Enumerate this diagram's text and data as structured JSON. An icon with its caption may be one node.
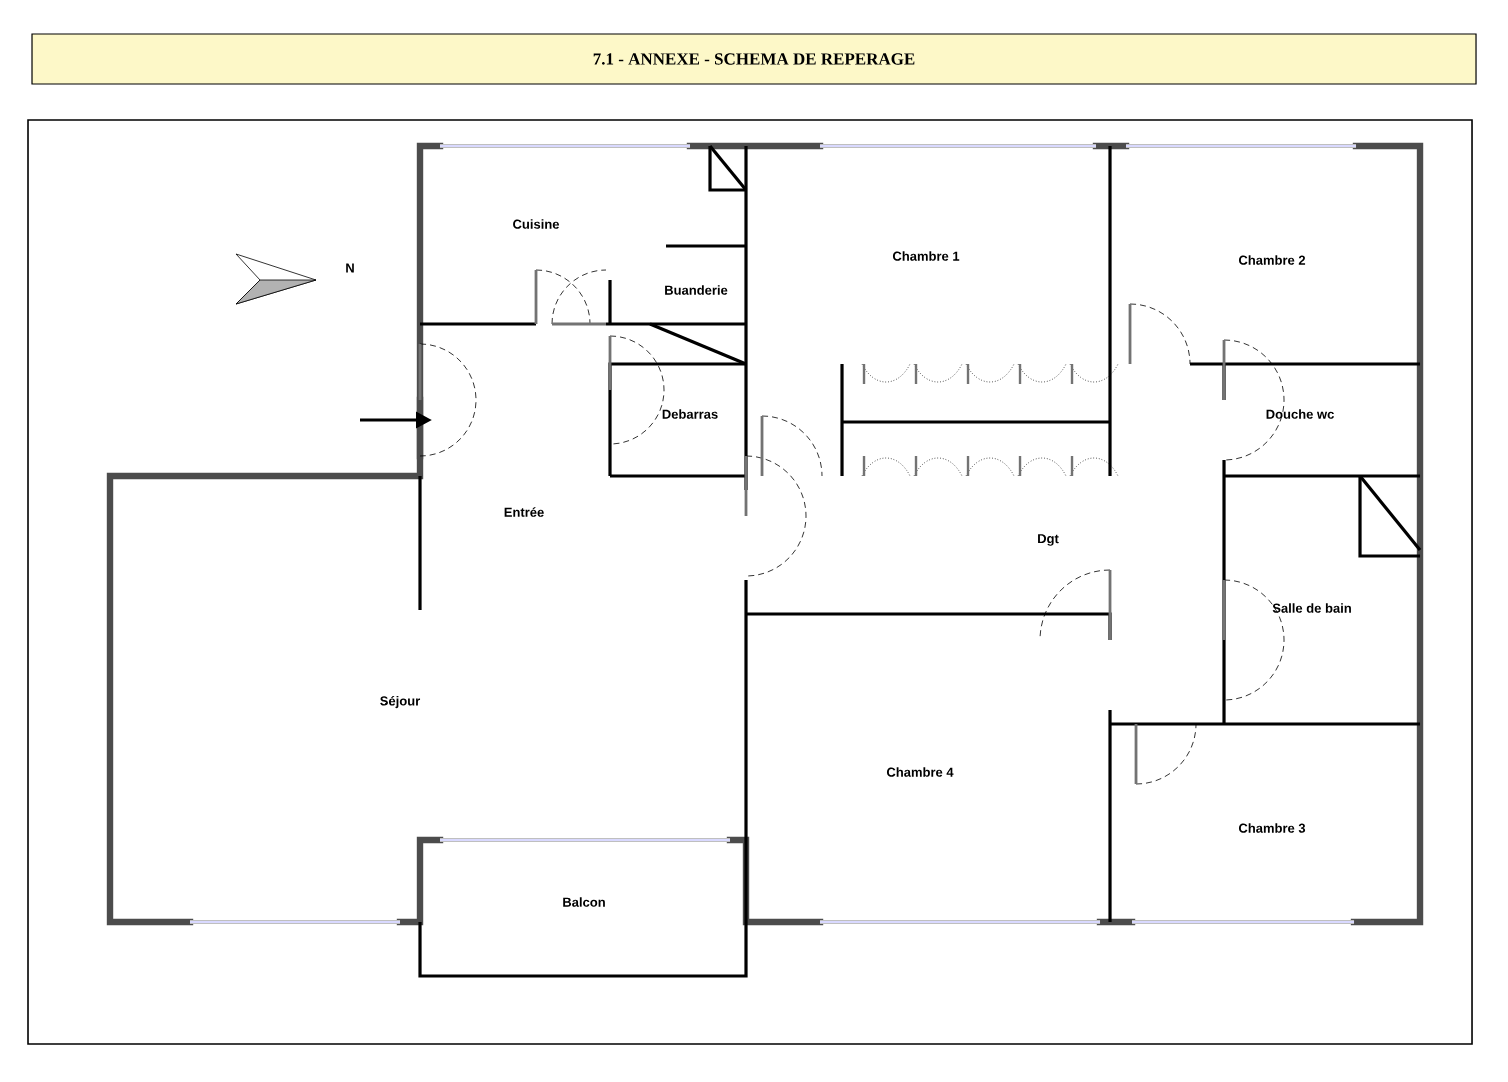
{
  "diagram": {
    "title": "7.1 - ANNEXE - SCHEMA DE REPERAGE",
    "labels": [
      "Cuisine",
      "N",
      "Chambre 1",
      "Chambre 2",
      "Buanderie",
      "Debarras",
      "Douche wc",
      "Entrée",
      "Dgt",
      "Salle de bain",
      "Séjour",
      "Chambre 4",
      "Chambre 3",
      "Balcon"
    ]
  }
}
